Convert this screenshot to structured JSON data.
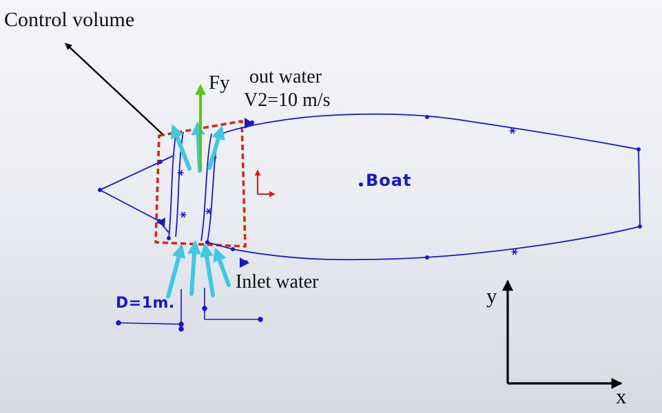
{
  "scene": {
    "labels": {
      "control_volume": "Control volume",
      "fy": "Fy",
      "out_water": "out water",
      "out_velocity": "V2=10 m/s",
      "boat": "Boat",
      "inlet_water": "Inlet water",
      "diameter": "D=1m.",
      "axis_y": "y",
      "axis_x": "x"
    },
    "colors": {
      "sketch_blue": "#1717d2",
      "control_volume_red": "#d32a10",
      "force_green": "#5dc31e",
      "water_cyan": "#3fc8e2",
      "origin_red": "#e81414",
      "axes_black": "#000000",
      "background_top": "#f5f5f9",
      "background_bottom": "#d6d8e3"
    }
  }
}
